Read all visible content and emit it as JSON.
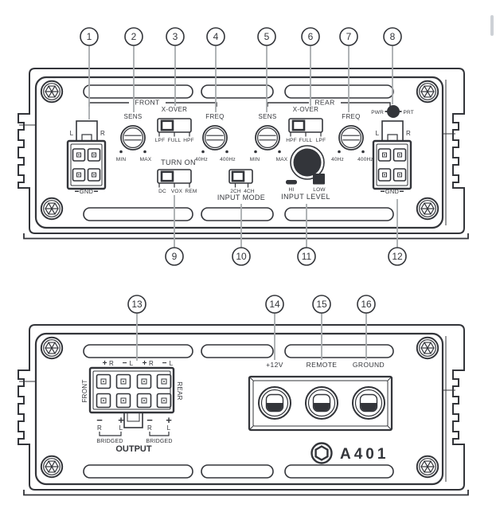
{
  "colors": {
    "line": "#33353a",
    "leader": "#a8abae",
    "background": "#ffffff",
    "scrollbar": "#cdd1d6"
  },
  "callouts": [
    "1",
    "2",
    "3",
    "4",
    "5",
    "6",
    "7",
    "8",
    "9",
    "10",
    "11",
    "12",
    "13",
    "14",
    "15",
    "16"
  ],
  "front_panel": {
    "group_front": "FRONT",
    "group_rear": "REAR",
    "front_channel": {
      "sens_label": "SENS",
      "min": "MIN",
      "max": "MAX",
      "xover_label": "X-OVER",
      "xover_options": [
        "LPF",
        "FULL",
        "HPF"
      ],
      "freq_label": "FREQ",
      "freq_min": "40Hz",
      "freq_max": "400Hz"
    },
    "rear_channel": {
      "sens_label": "SENS",
      "min": "MIN",
      "max": "MAX",
      "xover_label": "X-OVER",
      "xover_options": [
        "HPF",
        "FULL",
        "LPF"
      ],
      "freq_label": "FREQ",
      "freq_min": "40Hz",
      "freq_max": "400Hz"
    },
    "turn_on": {
      "label": "TURN ON",
      "options": [
        "DC",
        "VOX",
        "REM"
      ]
    },
    "input_mode": {
      "label": "INPUT MODE",
      "options": [
        "2CH",
        "4CH"
      ]
    },
    "input_level": {
      "label": "INPUT LEVEL",
      "options": [
        "HI",
        "LOW"
      ]
    },
    "power_led": {
      "left": "PWR",
      "right": "PRT"
    },
    "speaker_left": {
      "left": "L",
      "right": "R",
      "gnd": "GND"
    },
    "speaker_right": {
      "left": "L",
      "right": "R",
      "gnd": "GND"
    }
  },
  "rear_panel": {
    "output": {
      "label": "OUTPUT",
      "top_signs": [
        "+",
        "−",
        "+",
        "−"
      ],
      "top_channels": [
        "R",
        "L",
        "R",
        "L"
      ],
      "bottom_signs": [
        "−",
        "+",
        "−",
        "+"
      ],
      "bottom_channels": [
        "R",
        "L",
        "R",
        "L"
      ],
      "front_side": "FRONT",
      "rear_side": "REAR",
      "bridged_left": "BRIDGED",
      "bridged_right": "BRIDGED"
    },
    "power_terminals": {
      "labels": [
        "+12V",
        "REMOTE",
        "GROUND"
      ]
    },
    "model": "A401"
  }
}
